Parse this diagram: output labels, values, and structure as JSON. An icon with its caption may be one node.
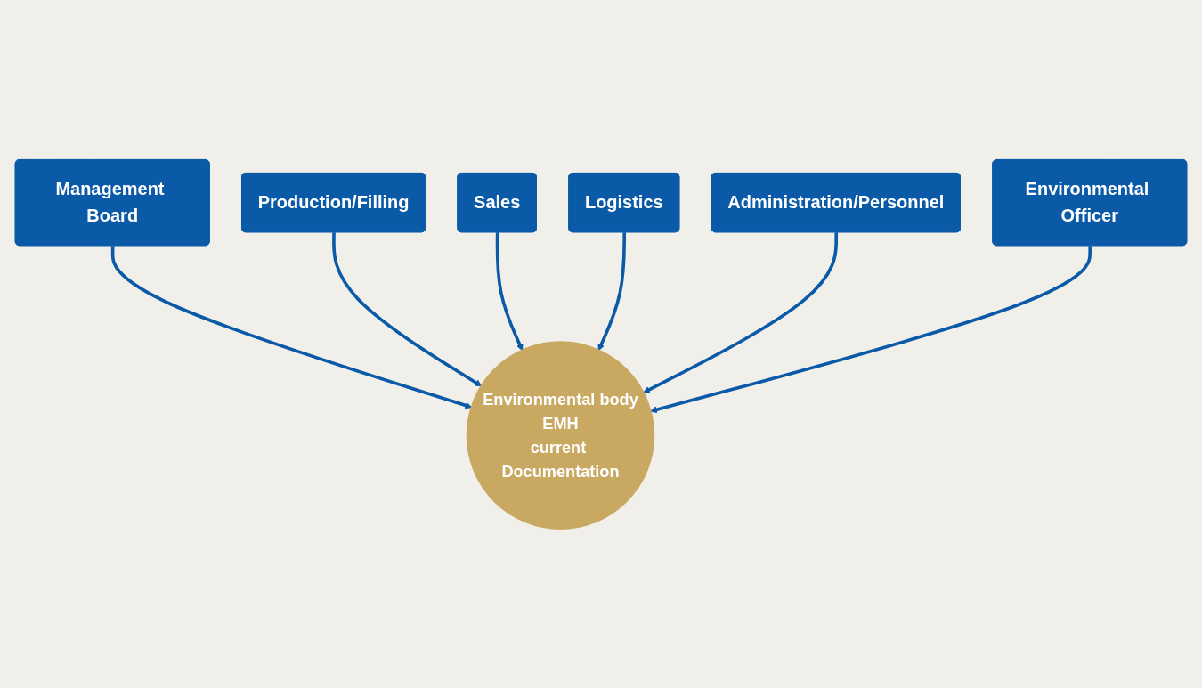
{
  "diagram": {
    "nodes": [
      {
        "text": [
          "Management Board"
        ]
      },
      {
        "text": [
          "Production/Filling"
        ]
      },
      {
        "text": [
          "Environmental body",
          "EMH",
          "current Documentation"
        ]
      },
      {
        "text": [
          "Sales"
        ]
      },
      {
        "text": [
          "Logistics"
        ]
      },
      {
        "text": [
          "Administration/Personnel"
        ]
      },
      {
        "text": [
          "Environmental Officer"
        ]
      }
    ],
    "edges": [
      {
        "from": 0,
        "to": 2,
        "arrow": "to"
      },
      {
        "from": 1,
        "to": 2,
        "arrow": "to"
      },
      {
        "from": 3,
        "to": 2,
        "arrow": "to"
      },
      {
        "from": 4,
        "to": 2,
        "arrow": "to"
      },
      {
        "from": 5,
        "to": 2,
        "arrow": "to"
      },
      {
        "from": 6,
        "to": 2,
        "arrow": "to"
      }
    ]
  }
}
